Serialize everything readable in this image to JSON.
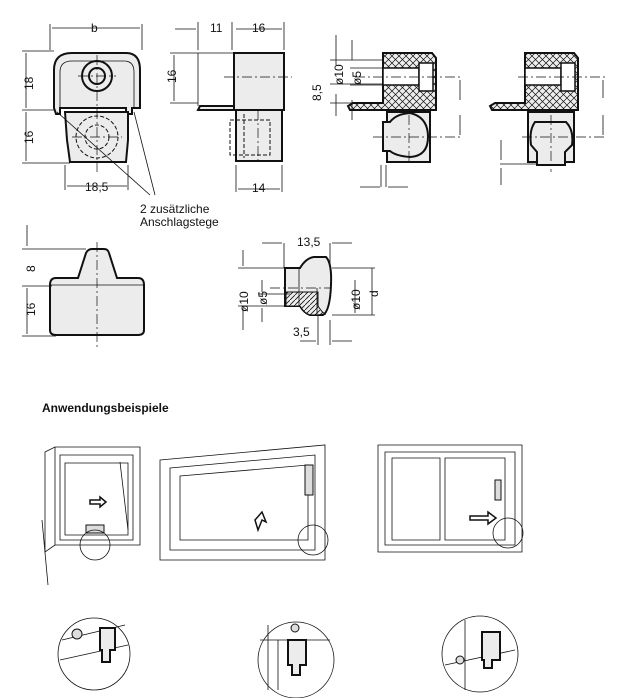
{
  "views": {
    "front": {
      "width_label": "b",
      "height_top": "18",
      "height_bottom": "16",
      "inner_width": "18,5"
    },
    "side": {
      "offset": "11",
      "depth": "16",
      "height": "16",
      "base_width": "14"
    },
    "note": {
      "line1": "2 zusätzliche",
      "line2": "Anschlagstege"
    },
    "section": {
      "offset": "8,5",
      "bore_outer": "ø10",
      "bore_inner": "ø5"
    },
    "top": {
      "height_top": "8",
      "height_bottom": "16"
    },
    "pin": {
      "length": "13,5",
      "outer_left": "ø10",
      "inner": "ø5",
      "outer_right": "ø10",
      "diameter": "d",
      "step": "3,5"
    }
  },
  "examples": {
    "title": "Anwendungsbeispiele"
  }
}
